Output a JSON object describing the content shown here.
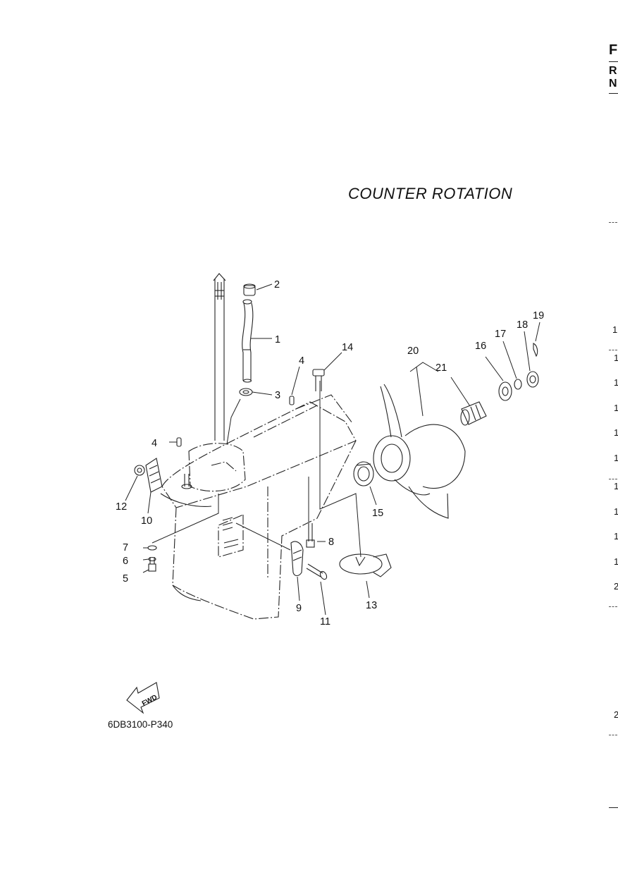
{
  "title": "COUNTER  ROTATION",
  "reference_code": "6DB3100-P340",
  "fwd_label": "FWD",
  "edge_header_letters": [
    "F",
    "R",
    "N"
  ],
  "edge_digits": [
    "1",
    "1",
    "1",
    "1",
    "1",
    "1",
    "1",
    "1",
    "1",
    "1",
    "2",
    "2"
  ],
  "callouts": [
    {
      "id": "1",
      "label": "1"
    },
    {
      "id": "2",
      "label": "2"
    },
    {
      "id": "3",
      "label": "3"
    },
    {
      "id": "4a",
      "label": "4"
    },
    {
      "id": "4b",
      "label": "4"
    },
    {
      "id": "5",
      "label": "5"
    },
    {
      "id": "6",
      "label": "6"
    },
    {
      "id": "7",
      "label": "7"
    },
    {
      "id": "8",
      "label": "8"
    },
    {
      "id": "9",
      "label": "9"
    },
    {
      "id": "10",
      "label": "10"
    },
    {
      "id": "11",
      "label": "11"
    },
    {
      "id": "12",
      "label": "12"
    },
    {
      "id": "13",
      "label": "13"
    },
    {
      "id": "14",
      "label": "14"
    },
    {
      "id": "15",
      "label": "15"
    },
    {
      "id": "16",
      "label": "16"
    },
    {
      "id": "17",
      "label": "17"
    },
    {
      "id": "18",
      "label": "18"
    },
    {
      "id": "19",
      "label": "19"
    },
    {
      "id": "20",
      "label": "20"
    },
    {
      "id": "21",
      "label": "21"
    }
  ]
}
